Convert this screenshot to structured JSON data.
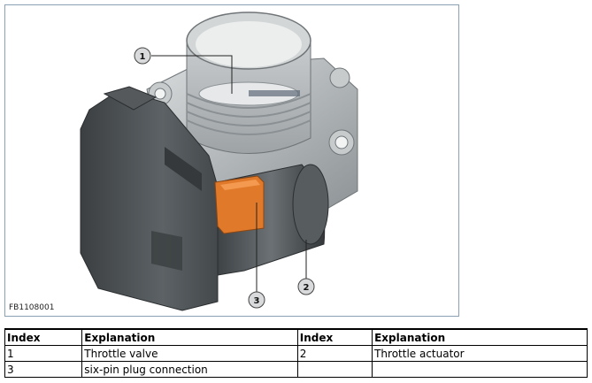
{
  "figure": {
    "code": "FB1108001",
    "callouts": [
      {
        "num": "1",
        "name": "throttle-valve"
      },
      {
        "num": "2",
        "name": "throttle-actuator"
      },
      {
        "num": "3",
        "name": "six-pin-plug"
      }
    ],
    "colors": {
      "plug": "#e07a2a",
      "housing": "#4a4f52",
      "body": "#b8bdbf"
    }
  },
  "legend": {
    "headers": [
      "Index",
      "Explanation",
      "Index",
      "Explanation"
    ],
    "rows": [
      [
        "1",
        "Throttle valve",
        "2",
        "Throttle actuator"
      ],
      [
        "3",
        "six-pin plug connection",
        "",
        ""
      ]
    ]
  }
}
